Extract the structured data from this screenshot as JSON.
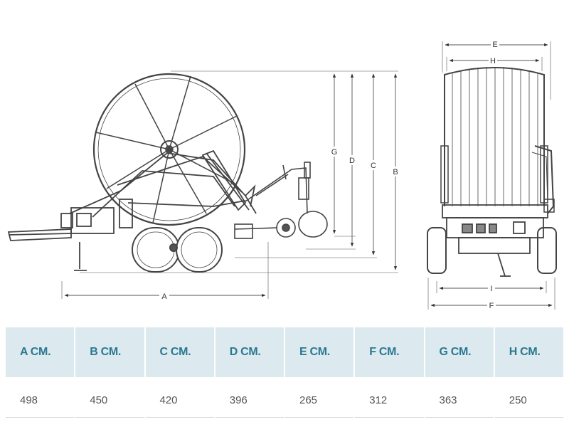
{
  "diagram": {
    "dimension_letters": {
      "a": "A",
      "b": "B",
      "c": "C",
      "d": "D",
      "e": "E",
      "f": "F",
      "g": "G",
      "h": "H",
      "i": "I"
    }
  },
  "table": {
    "headers": [
      "A CM.",
      "B CM.",
      "C CM.",
      "D CM.",
      "E CM.",
      "F CM.",
      "G CM.",
      "H CM."
    ],
    "values": [
      "498",
      "450",
      "420",
      "396",
      "265",
      "312",
      "363",
      "250"
    ]
  },
  "colors": {
    "header_bg": "#dce9ee",
    "header_text": "#2a7891",
    "line": "#444444"
  }
}
